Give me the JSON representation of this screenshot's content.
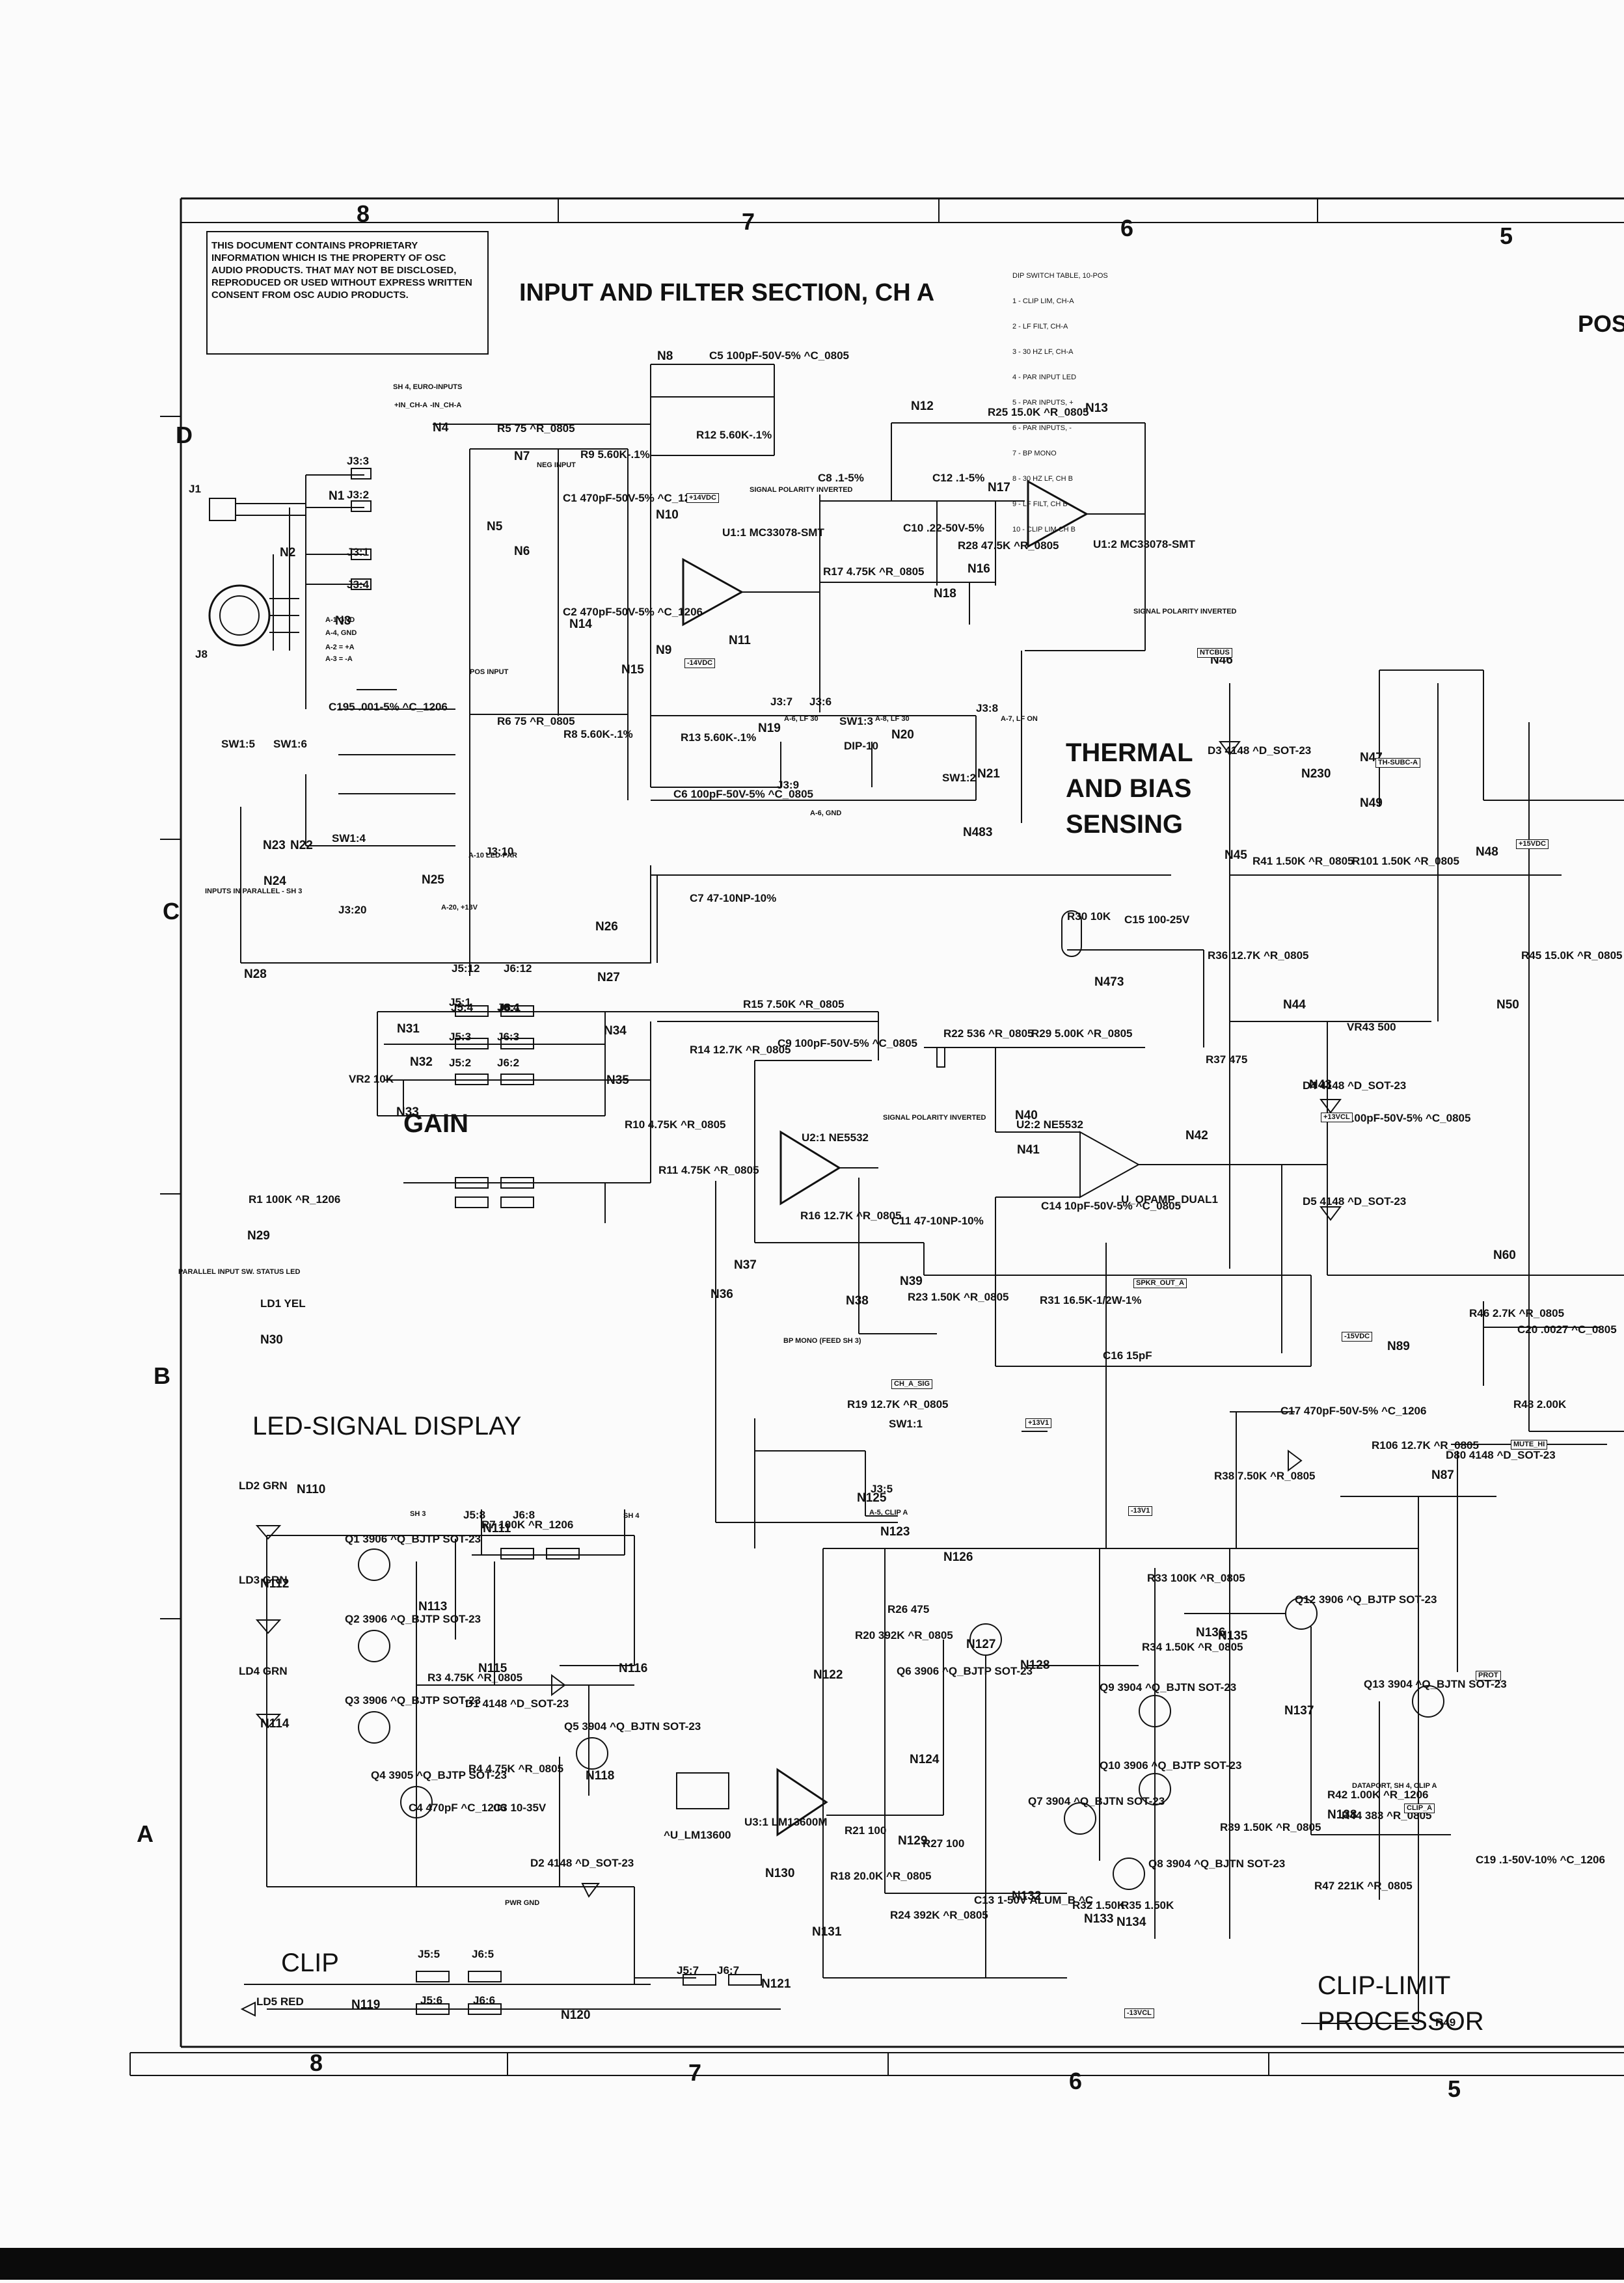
{
  "notice": "THIS DOCUMENT CONTAINS PROPRIETARY INFORMATION WHICH IS THE PROPERTY OF OSC AUDIO PRODUCTS. THAT MAY NOT BE DISCLOSED, REPRODUCED OR USED WITHOUT EXPRESS WRITTEN CONSENT FROM OSC AUDIO PRODUCTS.",
  "dip_table": {
    "title": "DIP SWITCH TABLE, 10-POS",
    "rows": [
      "1 - CLIP LIM, CH-A",
      "2 - LF FILT, CH-A",
      "3 - 30 HZ LF, CH-A",
      "4 - PAR INPUT LED",
      "5 - PAR INPUTS, +",
      "6 - PAR INPUTS, -",
      "7 - BP MONO",
      "8 - 30 HZ LF, CH B",
      "9 - LF FILT, CH B",
      "10 - CLIP LIM CH B"
    ]
  },
  "section_titles": {
    "input_filter": "INPUT AND FILTER SECTION, CH A",
    "thermal": [
      "THERMAL",
      "AND BIAS",
      "SENSING"
    ],
    "gain": "GAIN",
    "led_display": "LED-SIGNAL DISPLAY",
    "clip": "CLIP",
    "clip_limit": [
      "CLIP-LIMIT",
      "PROCESSOR"
    ],
    "pos_partial": "POS"
  },
  "zones": {
    "top": [
      "8",
      "7",
      "6",
      "5"
    ],
    "bottom": [
      "8",
      "7",
      "6",
      "5"
    ],
    "side": [
      "D",
      "C",
      "B",
      "A"
    ]
  },
  "labels": {
    "nodes": [
      "N1",
      "N2",
      "N3",
      "N4",
      "N5",
      "N6",
      "N7",
      "N8",
      "N9",
      "N10",
      "N11",
      "N12",
      "N13",
      "N14",
      "N15",
      "N16",
      "N17",
      "N18",
      "N19",
      "N20",
      "N21",
      "N22",
      "N23",
      "N24",
      "N25",
      "N26",
      "N27",
      "N28",
      "N29",
      "N30",
      "N31",
      "N32",
      "N33",
      "N34",
      "N35",
      "N36",
      "N37",
      "N38",
      "N39",
      "N40",
      "N41",
      "N42",
      "N43",
      "N44",
      "N45",
      "N46",
      "N47",
      "N48",
      "N49",
      "N50",
      "N60",
      "N87",
      "N89",
      "N110",
      "N111",
      "N112",
      "N113",
      "N114",
      "N115",
      "N116",
      "N118",
      "N119",
      "N120",
      "N121",
      "N122",
      "N123",
      "N124",
      "N125",
      "N126",
      "N127",
      "N128",
      "N129",
      "N130",
      "N131",
      "N132",
      "N133",
      "N134",
      "N135",
      "N136",
      "N137",
      "N138",
      "N230",
      "N473",
      "N483"
    ],
    "resistors": [
      "R5 75 ^R_0805",
      "R6 75 ^R_0805",
      "R9 5.60K-.1%",
      "R8 5.60K-.1%",
      "R12 5.60K-.1%",
      "R13 5.60K-.1%",
      "R25 15.0K ^R_0805",
      "R17 4.75K ^R_0805",
      "R28 47.5K ^R_0805",
      "R1 100K ^R_1206",
      "R10 4.75K ^R_0805",
      "R11 4.75K ^R_0805",
      "R14 12.7K ^R_0805",
      "R15 7.50K ^R_0805",
      "R16 12.7K ^R_0805",
      "R19 12.7K ^R_0805",
      "R22 536 ^R_0805",
      "R29 5.00K ^R_0805",
      "R23 1.50K ^R_0805",
      "R31 16.5K-1/2W-1%",
      "R30 10K",
      "R36 12.7K ^R_0805",
      "R37 475",
      "R41 1.50K ^R_0805",
      "R101 1.50K ^R_0805",
      "R45 15.0K ^R_0805",
      "R46 2.7K ^R_0805",
      "R48 2.00K",
      "R38 7.50K ^R_0805",
      "R106 12.7K ^R_0805",
      "R3 4.75K ^R_0805",
      "R4 4.75K ^R_0805",
      "R7 100K ^R_1206",
      "R18 20.0K ^R_0805",
      "R20 392K ^R_0805",
      "R21 100",
      "R24 392K ^R_0805",
      "R26 475",
      "R27 100",
      "R32 1.50K",
      "R33 100K ^R_0805",
      "R34 1.50K ^R_0805",
      "R35 1.50K",
      "R39 1.50K ^R_0805",
      "R42 1.00K ^R_1206",
      "R44 383 ^R_0805",
      "R47 221K ^R_0805",
      "R49"
    ],
    "capacitors": [
      "C5 100pF-50V-5% ^C_0805",
      "C6 100pF-50V-5% ^C_0805",
      "C1 470pF-50V-5% ^C_1206",
      "C2 470pF-50V-5% ^C_1206",
      "C8 .1-5%",
      "C10 .22-50V-5%",
      "C12 .1-5%",
      "C195 .001-5% ^C_1206",
      "C7 47-10NP-10%",
      "C9 100pF-50V-5% ^C_0805",
      "C11 47-10NP-10%",
      "C14 10pF-50V-5% ^C_0805",
      "C15 100-25V",
      "C16 15pF",
      "C17 470pF-50V-5% ^C_1206",
      "C18 100pF-50V-5% ^C_0805",
      "C20 .0027 ^C_0805",
      "C4 470pF ^C_1206",
      "C3 10-35V",
      "C13 1-50V ALUM_B ^C",
      "C19 .1-50V-10% ^C_1206"
    ],
    "semis": [
      "U1:1 MC33078-SMT",
      "U1:2 MC33078-SMT",
      "U2:1 NE5532",
      "U2:2 NE5532",
      "U_OPAMP_DUAL1",
      "U3:1 LM13600M",
      "^U_LM13600",
      "Q1 3906 ^Q_BJTP SOT-23",
      "Q2 3906 ^Q_BJTP SOT-23",
      "Q3 3906 ^Q_BJTP SOT-23",
      "Q4 3905 ^Q_BJTP SOT-23",
      "Q5 3904 ^Q_BJTN SOT-23",
      "Q6 3906 ^Q_BJTP SOT-23",
      "Q7 3904 ^Q_BJTN SOT-23",
      "Q8 3904 ^Q_BJTN SOT-23",
      "Q9 3904 ^Q_BJTN SOT-23",
      "Q10 3906 ^Q_BJTP SOT-23",
      "Q12 3906 ^Q_BJTP SOT-23",
      "Q13 3904 ^Q_BJTN SOT-23",
      "D1 4148 ^D_SOT-23",
      "D2 4148 ^D_SOT-23",
      "D3 4148 ^D_SOT-23",
      "D4 4148 ^D_SOT-23",
      "D5 4148 ^D_SOT-23",
      "D80 4148 ^D_SOT-23",
      "LD1 YEL",
      "LD2 GRN",
      "LD3 GRN",
      "LD4 GRN",
      "LD5 RED",
      "VR2 10K",
      "VR43 500"
    ],
    "connectors": [
      "J1",
      "J8",
      "J3:1",
      "J3:2",
      "J3:3",
      "J3:4",
      "J3:5",
      "J3:6",
      "J3:7",
      "J3:8",
      "J3:9",
      "J3:10",
      "J3:20",
      "J5:1",
      "J5:2",
      "J5:3",
      "J5:4",
      "J5:5",
      "J5:6",
      "J5:7",
      "J5:8",
      "J5:12",
      "J6:1",
      "J6:2",
      "J6:3",
      "J6:4",
      "J6:5",
      "J6:6",
      "J6:7",
      "J6:8",
      "J6:12",
      "SW1:1",
      "SW1:2",
      "SW1:3",
      "SW1:4",
      "SW1:5",
      "SW1:6",
      "DIP-10"
    ],
    "power": [
      "+14VDC",
      "-14VDC",
      "+13V1",
      "-13V1",
      "+15VDC",
      "-15VDC",
      "+13VCL",
      "-13VCL",
      "TH-SUBC-A",
      "NTCBUS",
      "SPKR_OUT_A",
      "CH_A_SIG",
      "CLIP_A",
      "MUTE_HI",
      "PROT"
    ],
    "notes": [
      "SH 4, EURO-INPUTS",
      "+IN_CH-A",
      "-IN_CH-A",
      "POS INPUT",
      "NEG INPUT",
      "SIGNAL POLARITY INVERTED",
      "SIGNAL POLARITY INVERTED",
      "SIGNAL POLARITY INVERTED",
      "A-1 GND",
      "A-4, GND",
      "A-2 = +A",
      "A-3 = -A",
      "INPUTS IN PARALLEL - SH 3",
      "PARALLEL INPUT SW. STATUS LED",
      "BP MONO (FEED SH 3)",
      "A-5, CLIP A",
      "A-6, LF 30",
      "A-8, LF 30",
      "A-7, LF ON",
      "A-6, GND",
      "A-10 LED-PAR",
      "A-20, +13V",
      "SH 3",
      "SH 4",
      "PWR GND",
      "DATAPORT, SH 4, CLIP A"
    ]
  }
}
